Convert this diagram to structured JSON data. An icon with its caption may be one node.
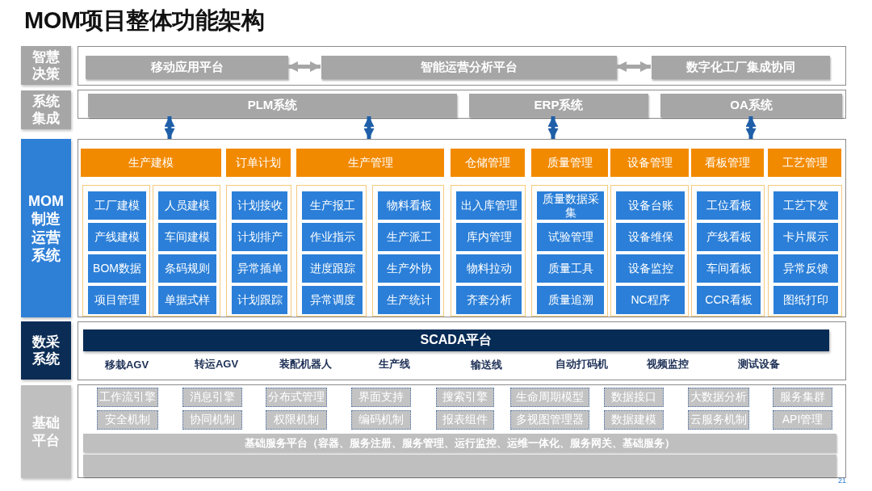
{
  "diagram": {
    "title": "MOM项目整体功能架构",
    "nodes": [
      {
        "text": [
          "智慧决策"
        ]
      },
      {
        "text": [],
        "shape": "box"
      },
      {
        "text": [
          "移动应用平台"
        ],
        "in": 1
      },
      {
        "text": [
          "智能运营分析平台"
        ],
        "in": 1
      },
      {
        "text": [
          "数字化工厂集成协同"
        ],
        "in": 1
      },
      {
        "text": [
          "系统集成"
        ]
      },
      {
        "text": [],
        "shape": "box"
      },
      {
        "text": [
          "PLM系统"
        ],
        "in": 6
      },
      {
        "text": [
          "ERP系统"
        ],
        "in": 6
      },
      {
        "text": [
          "OA系统"
        ],
        "in": 6
      },
      {
        "text": [
          "MOM制造运营系统"
        ]
      },
      {
        "text": [],
        "shape": "box"
      },
      {
        "text": [
          "生产建模"
        ],
        "in": 11
      },
      {
        "text": [],
        "shape": "box",
        "in": 11
      },
      {
        "text": [
          "工厂建模"
        ],
        "in": 13
      },
      {
        "text": [
          "产线建模"
        ],
        "in": 13
      },
      {
        "text": [
          "BOM数据"
        ],
        "in": 13
      },
      {
        "text": [
          "项目管理"
        ],
        "in": 13
      },
      {
        "text": [],
        "shape": "box",
        "in": 11
      },
      {
        "text": [
          "人员建模"
        ],
        "in": 18
      },
      {
        "text": [
          "车间建模"
        ],
        "in": 18
      },
      {
        "text": [
          "条码规则"
        ],
        "in": 18
      },
      {
        "text": [
          "单据式样"
        ],
        "in": 18
      },
      {
        "text": [
          "订单计划"
        ],
        "in": 11
      },
      {
        "text": [],
        "shape": "box",
        "in": 11
      },
      {
        "text": [
          "计划接收"
        ],
        "in": 24
      },
      {
        "text": [
          "计划排产"
        ],
        "in": 24
      },
      {
        "text": [
          "异常插单"
        ],
        "in": 24
      },
      {
        "text": [
          "计划跟踪"
        ],
        "in": 24
      },
      {
        "text": [
          "生产管理"
        ],
        "in": 11
      },
      {
        "text": [],
        "shape": "box",
        "in": 11
      },
      {
        "text": [
          "生产报工"
        ],
        "in": 30
      },
      {
        "text": [
          "作业指示"
        ],
        "in": 30
      },
      {
        "text": [
          "进度跟踪"
        ],
        "in": 30
      },
      {
        "text": [
          "异常调度"
        ],
        "in": 30
      },
      {
        "text": [],
        "shape": "box",
        "in": 11
      },
      {
        "text": [
          "物料看板"
        ],
        "in": 35
      },
      {
        "text": [
          "生产派工"
        ],
        "in": 35
      },
      {
        "text": [
          "生产外协"
        ],
        "in": 35
      },
      {
        "text": [
          "生产统计"
        ],
        "in": 35
      },
      {
        "text": [
          "仓储管理"
        ],
        "in": 11
      },
      {
        "text": [],
        "shape": "box",
        "in": 11
      },
      {
        "text": [
          "出入库管理"
        ],
        "in": 41
      },
      {
        "text": [
          "库内管理"
        ],
        "in": 41
      },
      {
        "text": [
          "物料拉动"
        ],
        "in": 41
      },
      {
        "text": [
          "齐套分析"
        ],
        "in": 41
      },
      {
        "text": [
          "质量管理"
        ],
        "in": 11
      },
      {
        "text": [],
        "shape": "box",
        "in": 11
      },
      {
        "text": [
          "质量数据采集"
        ],
        "in": 47
      },
      {
        "text": [
          "试验管理"
        ],
        "in": 47
      },
      {
        "text": [
          "质量工具"
        ],
        "in": 47
      },
      {
        "text": [
          "质量追溯"
        ],
        "in": 47
      },
      {
        "text": [
          "设备管理"
        ],
        "in": 11
      },
      {
        "text": [],
        "shape": "box",
        "in": 11
      },
      {
        "text": [
          "设备台账"
        ],
        "in": 53
      },
      {
        "text": [
          "设备维保"
        ],
        "in": 53
      },
      {
        "text": [
          "设备监控"
        ],
        "in": 53
      },
      {
        "text": [
          "NC程序"
        ],
        "in": 53
      },
      {
        "text": [
          "看板管理"
        ],
        "in": 11
      },
      {
        "text": [],
        "shape": "box",
        "in": 11
      },
      {
        "text": [
          "工位看板"
        ],
        "in": 59
      },
      {
        "text": [
          "产线看板"
        ],
        "in": 59
      },
      {
        "text": [
          "车间看板"
        ],
        "in": 59
      },
      {
        "text": [
          "CCR看板"
        ],
        "in": 59
      },
      {
        "text": [
          "工艺管理"
        ],
        "in": 11
      },
      {
        "text": [],
        "shape": "box",
        "in": 11
      },
      {
        "text": [
          "工艺下发"
        ],
        "in": 65
      },
      {
        "text": [
          "卡片展示"
        ],
        "in": 65
      },
      {
        "text": [
          "异常反馈"
        ],
        "in": 65
      },
      {
        "text": [
          "图纸打印"
        ],
        "in": 65
      },
      {
        "text": [
          "数采系统"
        ]
      },
      {
        "text": [],
        "shape": "box"
      },
      {
        "text": [
          "SCADA平台"
        ],
        "in": 71
      },
      {
        "text": [
          "基础平台"
        ]
      },
      {
        "text": [],
        "shape": "box"
      },
      {
        "text": [
          "工作流引擎"
        ],
        "in": 74
      },
      {
        "text": [
          "消息引擎"
        ],
        "in": 74
      },
      {
        "text": [
          "分布式管理"
        ],
        "in": 74
      },
      {
        "text": [
          "界面支持"
        ],
        "in": 74
      },
      {
        "text": [
          "搜索引擎"
        ],
        "in": 74
      },
      {
        "text": [
          "生命周期模型"
        ],
        "in": 74
      },
      {
        "text": [
          "数据接口"
        ],
        "in": 74
      },
      {
        "text": [
          "大数据分析"
        ],
        "in": 74
      },
      {
        "text": [
          "服务集群"
        ],
        "in": 74
      },
      {
        "text": [
          "安全机制"
        ],
        "in": 74
      },
      {
        "text": [
          "协同机制"
        ],
        "in": 74
      },
      {
        "text": [
          "权限机制"
        ],
        "in": 74
      },
      {
        "text": [
          "编码机制"
        ],
        "in": 74
      },
      {
        "text": [
          "报表组件"
        ],
        "in": 74
      },
      {
        "text": [
          "多视图管理器"
        ],
        "in": 74
      },
      {
        "text": [
          "数据建模"
        ],
        "in": 74
      },
      {
        "text": [
          "云服务机制"
        ],
        "in": 74
      },
      {
        "text": [
          "API管理"
        ],
        "in": 74
      },
      {
        "text": [
          "基础服务平台（容器、服务注册、服务管理、运行监控、运维一体化、服务网关、基础服务）"
        ],
        "in": 74
      },
      {
        "text": [],
        "shape": "bar",
        "in": 74
      }
    ],
    "edges": [
      {
        "from": 2,
        "to": 3,
        "arrow": "both",
        "color": "#a6a6a6"
      },
      {
        "from": 3,
        "to": 4,
        "arrow": "both",
        "color": "#a6a6a6"
      },
      {
        "from": 7,
        "to": 11,
        "arrow": "both"
      },
      {
        "from": 7,
        "to": 11,
        "arrow": "both"
      },
      {
        "from": 8,
        "to": 11,
        "arrow": "both"
      },
      {
        "from": 9,
        "to": 11,
        "arrow": "both"
      }
    ],
    "labels": [
      "移栽AGV",
      "转运AGV",
      "装配机器人",
      "生产线",
      "输送线",
      "自动打码机",
      "视频监控",
      "测试设备",
      "21"
    ]
  }
}
